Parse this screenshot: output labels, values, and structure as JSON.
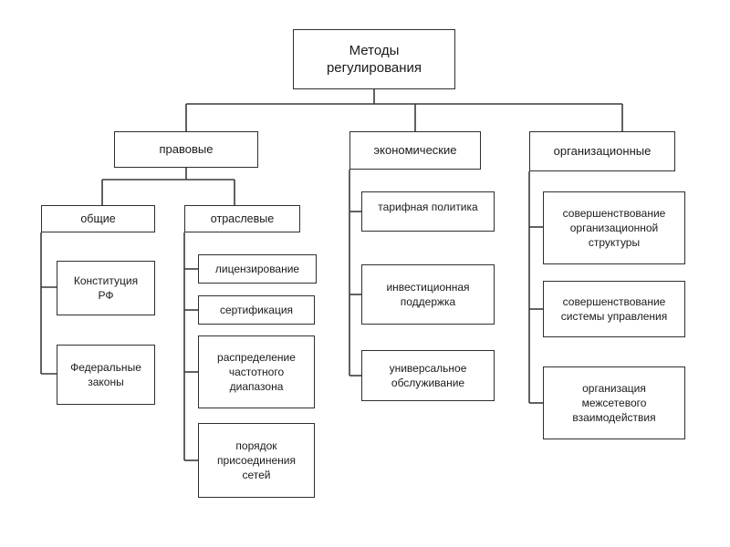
{
  "diagram": {
    "root": "Методы\nрегулирования",
    "categories": {
      "legal": {
        "label": "правовые",
        "general": {
          "label": "общие",
          "items": [
            "Конституция\nРФ",
            "Федеральные\nзаконы"
          ]
        },
        "sectoral": {
          "label": "отраслевые",
          "items": [
            "лицензирование",
            "сертификация",
            "распределение\nчастотного\nдиапазона",
            "порядок\nприсоединения\nсетей"
          ]
        }
      },
      "economic": {
        "label": "экономические",
        "items": [
          "тарифная политика",
          "инвестиционная\nподдержка",
          "универсальное\nобслуживание"
        ]
      },
      "organizational": {
        "label": "организационные",
        "items": [
          "совершенствование\nорганизационной\nструктуры",
          "совершенствование\nсистемы управления",
          "организация\nмежсетевого\nвзаимодействия"
        ]
      }
    }
  }
}
